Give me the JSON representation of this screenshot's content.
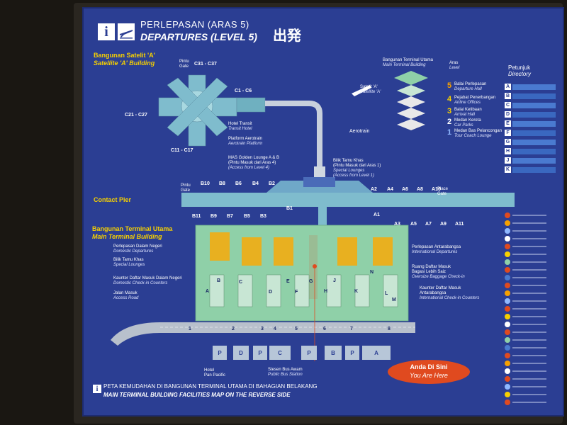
{
  "header": {
    "info_glyph": "i",
    "title_ms": "PERLEPASAN (ARAS 5)",
    "title_en": "DEPARTURES (LEVEL 5)",
    "title_jp": "出発"
  },
  "satellite": {
    "title_ms": "Bangunan Satelit 'A'",
    "title_en": "Satellite 'A' Building",
    "pintu_gate": "Pintu\nGate",
    "gates_c31_c37": "C31 - C37",
    "gates_c1_c6": "C1 - C6",
    "gates_c21_c27": "C21 - C27",
    "gates_c11_c17": "C11 - C17"
  },
  "labels": {
    "hotel_transit_ms": "Hotel Transit",
    "hotel_transit_en": "Transit Hotel",
    "platform_ms": "Platform Aerotrain",
    "platform_en": "Aerotrain Platform",
    "mas_lounge_ms": "MAS Golden Lounge A & B",
    "mas_lounge_ms2": "(Pintu Masuk dari Aras 4)",
    "mas_lounge_en": "(Access from Level 4)",
    "aerotrain": "Aerotrain",
    "bilik_khas_ms": "Bilik Tamu Khas",
    "bilik_khas_ms2": "(Pintu Masuk dari Aras 1)",
    "bilik_khas_en": "Special Lounges",
    "bilik_khas_en2": "(Access from Level 1)",
    "main_terminal_ms": "Bangunan Terminal Utama",
    "main_terminal_en": "Main Terminal Building",
    "aras": "Aras",
    "level": "Level",
    "satelit_a": "Satelit 'A'",
    "satellite_a": "Satellite 'A'"
  },
  "levels": [
    {
      "num": "5",
      "ms": "Balai Perlepasan",
      "en": "Departure Hall",
      "color": "#f6a000"
    },
    {
      "num": "4",
      "ms": "Pejabat Penerbangan",
      "en": "Airline Offices",
      "color": "#f6d000"
    },
    {
      "num": "3",
      "ms": "Balai Ketibaan",
      "en": "Arrival Hall",
      "color": "#f6d000"
    },
    {
      "num": "2",
      "ms": "Medan Kereta",
      "en": "Car Parks",
      "color": "#ffffff"
    },
    {
      "num": "1",
      "ms": "Medan Bas Pelancongan",
      "en": "Tour Coach Lounge",
      "color": "#8fb8ff"
    }
  ],
  "contact_pier": {
    "title": "Contact Pier",
    "pintu_gate": "Pintu\nGate",
    "place_gate": "Place\nGate",
    "b_top": [
      "B10",
      "B8",
      "B6",
      "B4",
      "B2"
    ],
    "b_bottom": [
      "B11",
      "B9",
      "B7",
      "B5",
      "B3"
    ],
    "b1": "B1",
    "a_top": [
      "A2",
      "A4",
      "A6",
      "A8",
      "A10"
    ],
    "a_bottom": [
      "A3",
      "A5",
      "A7",
      "A9",
      "A11"
    ],
    "a1": "A1"
  },
  "terminal_labels": {
    "dom_dep_ms": "Perlepasan Dalam Negeri",
    "dom_dep_en": "Domestic Departures",
    "special_ms": "Bilik Tamu Khas",
    "special_en": "Special Lounges",
    "dom_checkin_ms": "Kaunter Daftar Masuk Dalam Negeri",
    "dom_checkin_en": "Domestic Check-in Counters",
    "access_ms": "Jalan Masuk",
    "access_en": "Access Road",
    "intl_dep_ms": "Perlepasan Antarabangsa",
    "intl_dep_en": "International Departures",
    "oversize_ms": "Ruang Daftar Masuk",
    "oversize_ms2": "Bagasi Lebih Saiz",
    "oversize_en": "Oversize Baggage Check-in",
    "intl_checkin_ms": "Kaunter Daftar Masuk",
    "intl_checkin_ms2": "Antarabangsa",
    "intl_checkin_en": "International Check-in Counters",
    "row_letters": [
      "A",
      "B",
      "C",
      "D",
      "E",
      "F",
      "G",
      "H",
      "J",
      "K",
      "L",
      "M",
      "N"
    ],
    "door_numbers": [
      "1",
      "2",
      "3",
      "4",
      "5",
      "6",
      "7",
      "8"
    ]
  },
  "parking": [
    "P",
    "D",
    "P",
    "C",
    "P",
    "B",
    "P",
    "A"
  ],
  "bottom_labels": {
    "hotel": "Hotel\nPan Pacific",
    "bus_ms": "Stesen Bus Awam",
    "bus_en": "Public Bus Station"
  },
  "directory": {
    "title_ms": "Petunjuk",
    "title_en": "Directory",
    "rows": [
      "A",
      "B",
      "C",
      "D",
      "E",
      "F",
      "G",
      "H",
      "J",
      "K"
    ]
  },
  "you_are_here": {
    "ms": "Anda Di Sini",
    "en": "You Are Here"
  },
  "footer": {
    "ms": "PETA KEMUDAHAN DI BANGUNAN TERMINAL UTAMA DI BAHAGIAN BELAKANG",
    "en": "MAIN TERMINAL BUILDING FACILITIES MAP ON THE REVERSE SIDE"
  },
  "colors": {
    "background": "#2b3e93",
    "building": "#8fd0a8",
    "pier": "#7fbccd",
    "counter": "#e8b020",
    "highlight": "#e04a1f"
  }
}
